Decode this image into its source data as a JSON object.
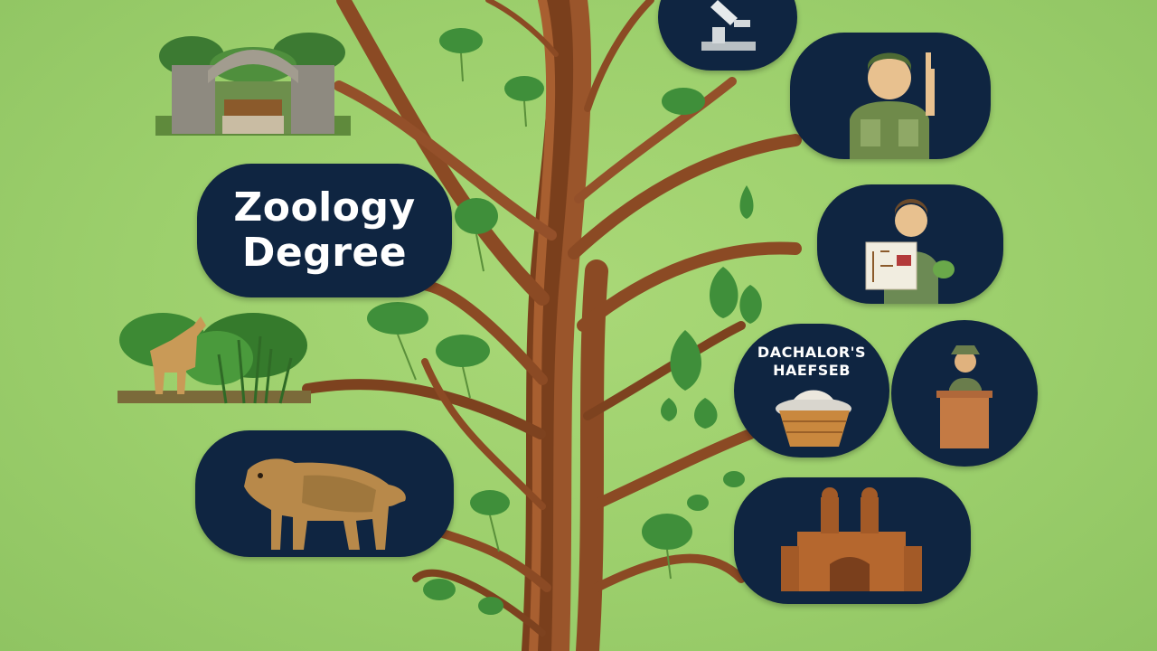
{
  "title": {
    "line1": "Zoology",
    "line2": "Degree"
  },
  "badge": {
    "line1": "DACHALOR'S",
    "line2": "HAEFSEB"
  },
  "colors": {
    "background": "#9ccf6c",
    "pill": "#0f2541",
    "trunk": "#8b4a24",
    "leaf": "#3f8f3a",
    "text": "#ffffff"
  },
  "icons": [
    "zoo-gate-icon",
    "horse-icon",
    "bear-icon",
    "scientist-icon",
    "ranger-icon",
    "researcher-icon",
    "basket-icon",
    "lecturer-icon",
    "museum-icon",
    "microscope-icon"
  ]
}
